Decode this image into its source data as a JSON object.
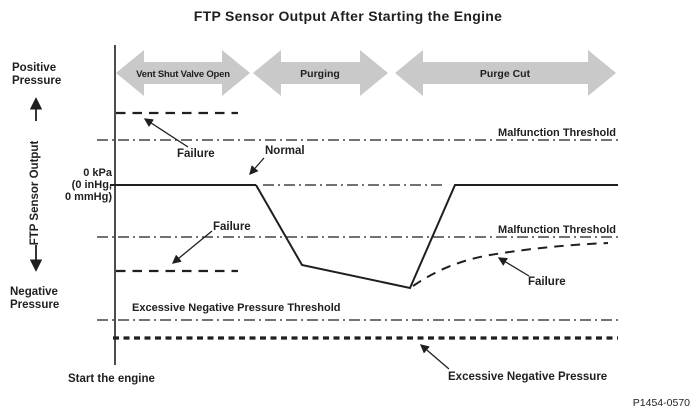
{
  "title": "FTP Sensor Output After Starting the Engine",
  "figure_code": "P1454-0570",
  "y_axis": {
    "label": "FTP Sensor Output",
    "positive": {
      "line1": "Positive",
      "line2": "Pressure"
    },
    "negative": {
      "line1": "Negative",
      "line2": "Pressure"
    },
    "zero": {
      "line1": "0 kPa",
      "line2": "(0 inHg,",
      "line3": "0 mmHg)"
    }
  },
  "x_axis": {
    "origin_label": "Start the engine"
  },
  "phases": {
    "vent_shut_valve_open": "Vent Shut Valve Open",
    "purging": "Purging",
    "purge_cut": "Purge Cut"
  },
  "labels": {
    "malfunction_threshold_upper": "Malfunction Threshold",
    "malfunction_threshold_lower": "Malfunction Threshold",
    "failure_positive": "Failure",
    "failure_negative": "Failure",
    "failure_recovery": "Failure",
    "normal": "Normal",
    "excessive_negative_pressure_threshold": "Excessive Negative Pressure Threshold",
    "excessive_negative_pressure": "Excessive Negative Pressure"
  },
  "colors": {
    "ink": "#1f1f1f",
    "phase_arrow_fill": "#c9c9c9",
    "background": "#ffffff"
  }
}
